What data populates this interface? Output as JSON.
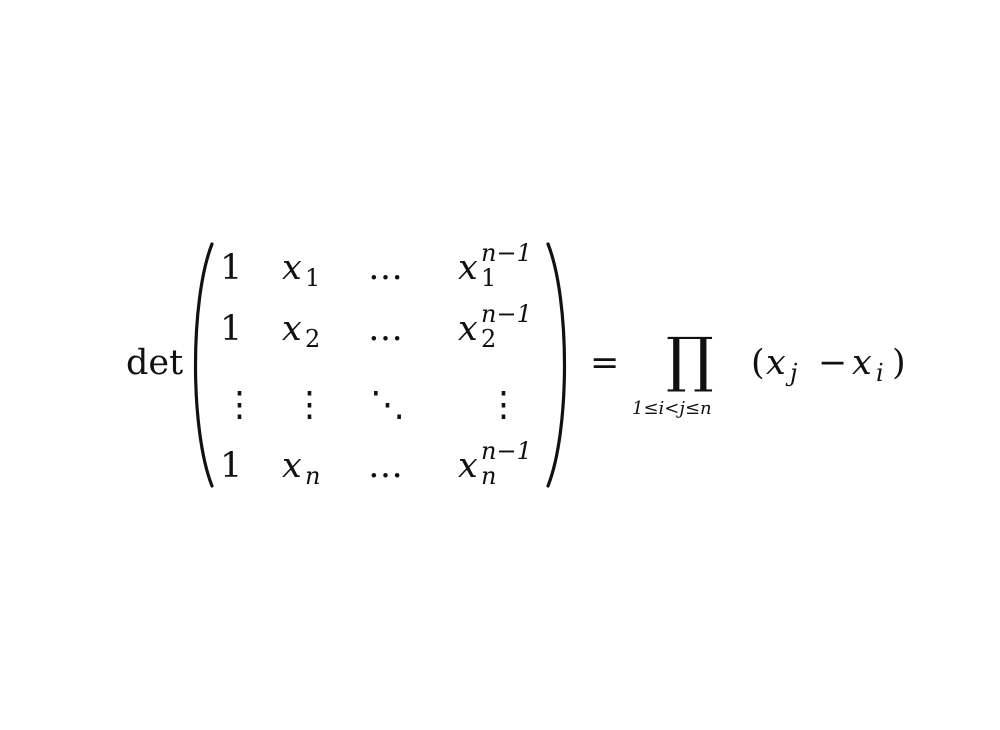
{
  "equation": {
    "det": "det",
    "matrix": {
      "rows": [
        {
          "c1": "1",
          "c2_base": "x",
          "c2_sub": "1",
          "c3": "…",
          "c4_base": "x",
          "c4_sup": "n−1",
          "c4_sub": "1"
        },
        {
          "c1": "1",
          "c2_base": "x",
          "c2_sub": "2",
          "c3": "…",
          "c4_base": "x",
          "c4_sup": "n−1",
          "c4_sub": "2"
        },
        {
          "c1": "⋮",
          "c2": "⋮",
          "c3": "⋱",
          "c4": "⋮"
        },
        {
          "c1": "1",
          "c2_base": "x",
          "c2_sub": "n",
          "c3": "…",
          "c4_base": "x",
          "c4_sup": "n−1",
          "c4_sub": "n"
        }
      ]
    },
    "equals": "=",
    "product_symbol": "∏",
    "product_limits": "1≤i<j≤n",
    "rhs": {
      "open_paren": "(",
      "x1": "x",
      "x1_sub": "j",
      "minus": "−",
      "x2": "x",
      "x2_sub": "i",
      "close_paren": ")"
    }
  }
}
